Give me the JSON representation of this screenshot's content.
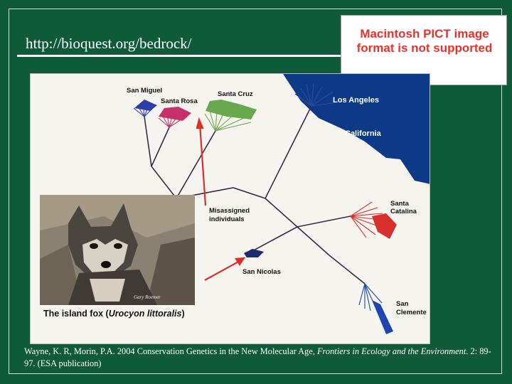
{
  "slide": {
    "url": "http://bioquest.org/bedrock/",
    "pict_placeholder": "Macintosh PICT image format is not supported",
    "citation": {
      "before": "Wayne, K. R, Morin, P.A. 2004 Conservation Genetics in the New Molecular Age, ",
      "journal": "Frontiers in Ecology and the Environment",
      "after": ". 2: 89-97. (ESA publication)"
    }
  },
  "figure": {
    "labels": {
      "san_miguel": "San Miguel",
      "santa_rosa": "Santa Rosa",
      "santa_cruz": "Santa Cruz",
      "los_angeles": "Los Angeles",
      "california": "California",
      "misassigned_1": "Misassigned",
      "misassigned_2": "individuals",
      "santa_catalina_1": "Santa",
      "santa_catalina_2": "Catalina",
      "san_nicolas": "San Nicolas",
      "san_clemente_1": "San",
      "san_clemente_2": "Clemente"
    },
    "photo_credit": "Gary Roemer",
    "caption": {
      "before": "The island fox (",
      "italic": "Urocyon littoralis",
      "after": ")"
    }
  },
  "colors": {
    "background": "#0e5a3a",
    "pict_text": "#e8312a",
    "san_miguel": "#2b3fa8",
    "santa_rosa": "#c8306a",
    "santa_cruz": "#6aa84f",
    "california": "#2e4a9a",
    "catalina": "#d8302c",
    "san_nicolas": "#1d2b6a",
    "san_clemente": "#1f46b0",
    "ocean": "#0d3a86"
  }
}
